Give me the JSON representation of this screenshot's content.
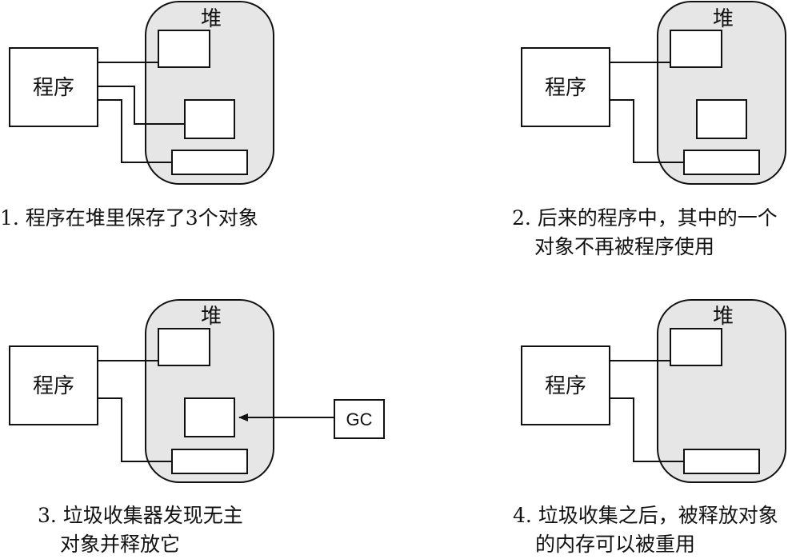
{
  "labels": {
    "heap": "堆",
    "program": "程序",
    "gc": "GC"
  },
  "panels": [
    {
      "caption_lines": [
        "1. 程序在堆里保存了3个对象"
      ]
    },
    {
      "caption_lines": [
        "2. 后来的程序中，其中的一个",
        "对象不再被程序使用"
      ]
    },
    {
      "caption_lines": [
        "3. 垃圾收集器发现无主",
        "对象并释放它"
      ]
    },
    {
      "caption_lines": [
        "4. 垃圾收集之后，被释放对象",
        "的内存可以被重用"
      ]
    }
  ]
}
